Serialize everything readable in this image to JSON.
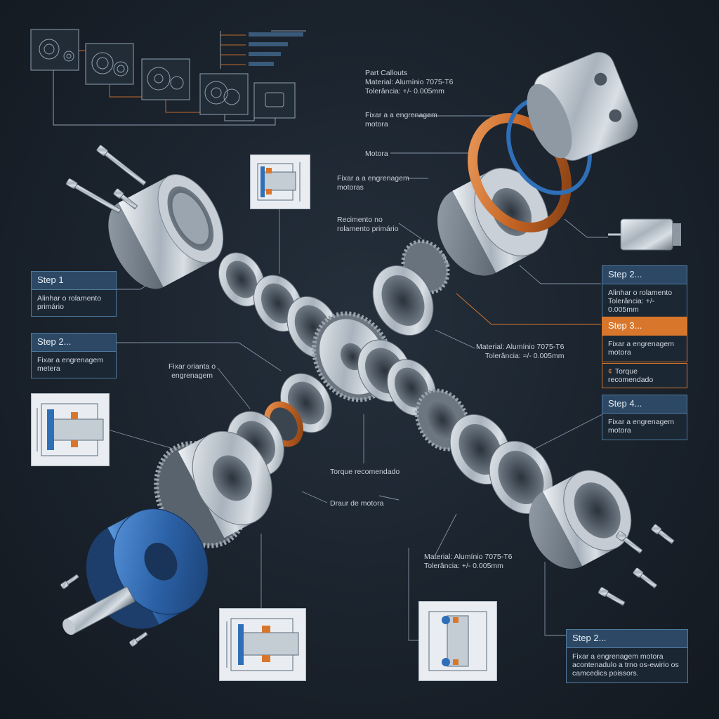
{
  "callouts": {
    "part_callouts": {
      "title": "Part Callouts",
      "material": "Material: Alumínio 7075-T6",
      "tolerance": "Tolerância: +/- 0.005mm"
    },
    "fixar_motora": {
      "line1": "Fixar a a engrenagem",
      "line2": "motora"
    },
    "motora": "Motora",
    "fixar_motoras": {
      "line1": "Fixar a a engrenagem",
      "line2": "motoras"
    },
    "recimento": {
      "line1": "Recimento no",
      "line2": "rolamento primário"
    },
    "material_mid": {
      "line1": "Material: Alumínio 7075-T6",
      "line2": "Tolerância: ≈/- 0.005mm"
    },
    "fixar_orianta": {
      "line1": "Fixar orianta o",
      "line2": "engrenagem"
    },
    "torque": "Torque recomendado",
    "draur": "Draur de motora",
    "material_low": {
      "line1": "Material: Alumínio 7075-T6",
      "line2": "Tolerância: +/- 0.005mm"
    }
  },
  "steps": {
    "left1": {
      "title": "Step 1",
      "line1": "Alinhar o rolamento",
      "line2": "primário"
    },
    "left2": {
      "title": "Step 2...",
      "line1": "Fixar a engrenagem",
      "line2": "metera"
    },
    "right2": {
      "title": "Step 2...",
      "line1": "Alinhar o rolamento",
      "line2": "Tolerância: +/- 0.005mm"
    },
    "right3": {
      "title": "Step 3...",
      "line1": "Fixar a engrenagem",
      "line2": "motora"
    },
    "torque_tag": "Torque recomendado",
    "right4": {
      "title": "Step 4...",
      "line1": "Fixar a engrenagem",
      "line2": "motora"
    },
    "bottom2": {
      "title": "Step 2...",
      "line1": "Fixar a engrenagem motora",
      "line2": "acontenadulo a trno os-ewirio os",
      "line3": "camcedics poissors."
    }
  },
  "icons": [
    "bolt-icon",
    "bearing-icon",
    "gear-icon",
    "motor-icon",
    "torque-icon"
  ],
  "colors": {
    "background": "#1a222c",
    "accent_blue": "#2f6fb8",
    "accent_orange": "#d8772c",
    "panel_header": "#2c4864",
    "metal": "#b9c2cb"
  }
}
